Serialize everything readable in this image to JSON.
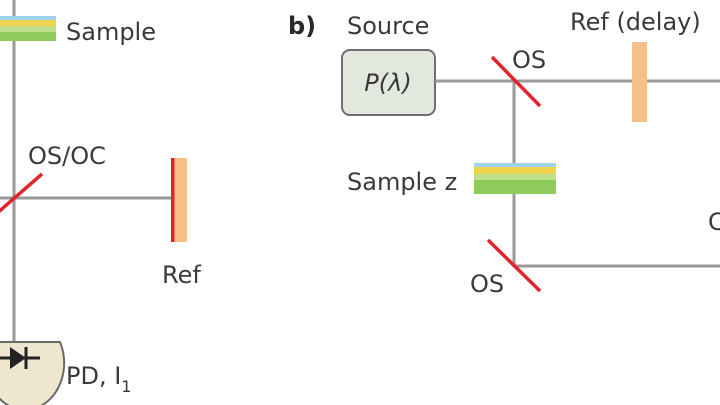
{
  "labels": {
    "sample_a": "Sample",
    "os_oc": "OS/OC",
    "ref_a": "Ref",
    "pd": "PD, I",
    "pd_sub": "1",
    "panel_b": "b)",
    "source": "Source",
    "source_fn": "P(λ)",
    "ref_delay": "Ref (delay)",
    "os_top": "OS",
    "sample_z": "Sample z",
    "os_bottom": "OS",
    "cut_right": "C"
  },
  "colors": {
    "beam": "#9a9a9a",
    "splitter": "#e0262c",
    "ref_mirror": "#f7c08a",
    "source_box_fill": "#e3e8df",
    "source_box_stroke": "#6f6f6f",
    "detector_fill": "#efe6cf",
    "sample_stripes": [
      "#9fd4ee",
      "#f0d450",
      "#a7d86a",
      "#6cc04a"
    ]
  }
}
